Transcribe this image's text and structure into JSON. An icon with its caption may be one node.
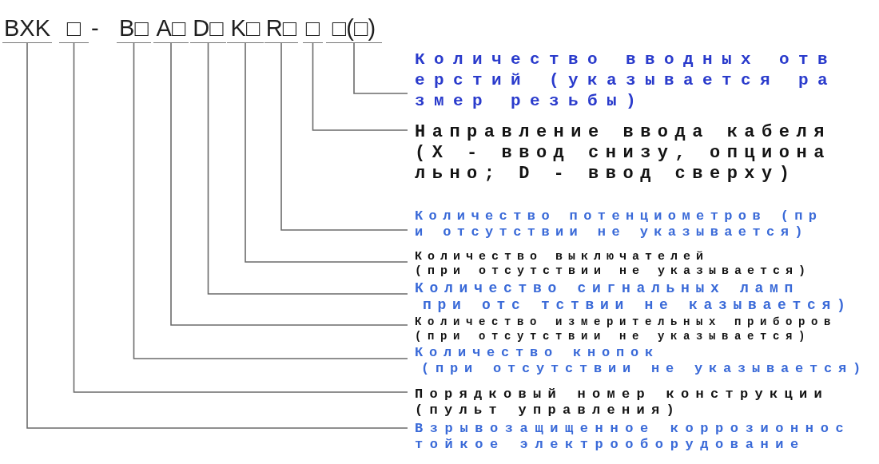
{
  "diagram": {
    "nodes": [
      {
        "text": [
          "BXK"
        ]
      },
      {
        "text": [
          "□"
        ]
      },
      {
        "text": [
          "B□"
        ]
      },
      {
        "text": [
          "A□"
        ]
      },
      {
        "text": [
          "D□"
        ]
      },
      {
        "text": [
          "K□"
        ]
      },
      {
        "text": [
          "R□"
        ]
      },
      {
        "text": [
          "□"
        ]
      },
      {
        "text": [
          "□(□)"
        ]
      },
      {
        "text": [
          "Количество вводных отверстий (указывается размер резьбы)"
        ]
      },
      {
        "text": [
          "Направление ввода кабеля (X - ввод снизу, опционально; D - ввод сверху)"
        ]
      },
      {
        "text": [
          "Количество потенциометров (при отсутствии не указывается)"
        ]
      },
      {
        "text": [
          "Количество выключателей",
          "(при отсутствии не указывается)"
        ]
      },
      {
        "text": [
          "Количество сигнальных ламп",
          "при отс тствии не казывается)"
        ]
      },
      {
        "text": [
          "Количество измерительных приборов",
          "(при отсутствии не указывается)"
        ]
      },
      {
        "text": [
          "Количество кнопок",
          "(при отсутствии не указывается)"
        ]
      },
      {
        "text": [
          "Порядковый номер конструкции",
          "(пульт управления)"
        ]
      },
      {
        "text": [
          "Взрывозащищенное коррозионностойкое электрооборудование"
        ]
      }
    ],
    "edges": [
      {
        "from": 8,
        "to": 9,
        "arrow": "none"
      },
      {
        "from": 7,
        "to": 10,
        "arrow": "none"
      },
      {
        "from": 6,
        "to": 11,
        "arrow": "none"
      },
      {
        "from": 5,
        "to": 12,
        "arrow": "none"
      },
      {
        "from": 4,
        "to": 13,
        "arrow": "none"
      },
      {
        "from": 3,
        "to": 14,
        "arrow": "none"
      },
      {
        "from": 2,
        "to": 15,
        "arrow": "none"
      },
      {
        "from": 1,
        "to": 16,
        "arrow": "none"
      },
      {
        "from": 0,
        "to": 17,
        "arrow": "none"
      }
    ],
    "labels": [
      "-"
    ]
  }
}
